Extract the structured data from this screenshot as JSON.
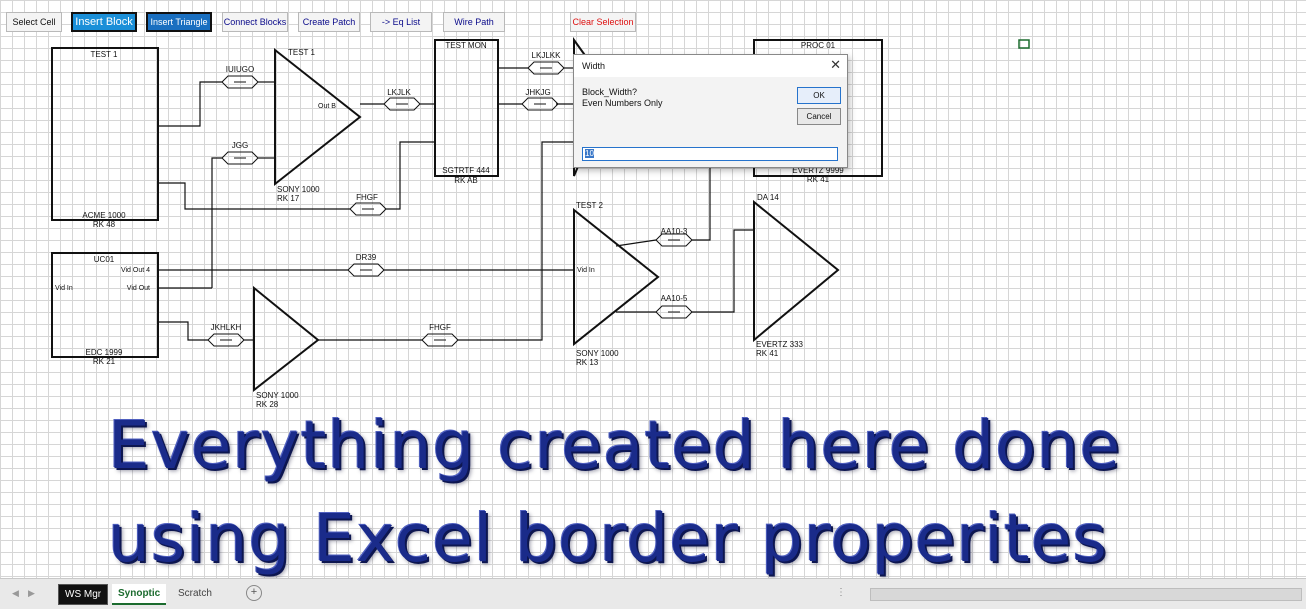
{
  "toolbar": {
    "select_cell": "Select Cell",
    "insert_block": "Insert Block",
    "insert_triangle": "Insert Triangle",
    "connect_blocks": "Connect Blocks",
    "create_patch": "Create Patch",
    "eq_list": "-> Eq List",
    "wire_path": "Wire Path",
    "clear_selection": "Clear Selection"
  },
  "diagram": {
    "blocks": {
      "test1_block": {
        "title": "TEST 1",
        "model": "ACME 1000",
        "rack": "RK 48"
      },
      "uc01_block": {
        "title": "UC01",
        "model": "EDC 1999",
        "rack": "RK 21",
        "port_in": "Vid In",
        "port_out4": "Vid Out 4",
        "port_out": "Vid Out"
      },
      "test_mon_block": {
        "title": "TEST MON",
        "model": "SGTRTF 444",
        "rack": "RK AB"
      },
      "proc01_block": {
        "title": "PROC 01",
        "model": "EVERTZ 9999",
        "rack": "RK 41"
      }
    },
    "triangles": {
      "test1_tri": {
        "title": "TEST 1",
        "model": "SONY 1000",
        "rack": "RK 17",
        "port": "Out B"
      },
      "sony28_tri": {
        "model": "SONY 1000",
        "rack": "RK 28"
      },
      "test2_tri": {
        "title": "TEST 2",
        "model": "SONY 1000",
        "rack": "RK 13",
        "port": "Vid In"
      },
      "da14_tri": {
        "title": "DA 14",
        "model": "EVERTZ 333",
        "rack": "RK 41"
      }
    },
    "patches": {
      "iuiugo": "IUIUGO",
      "jgg": "JGG",
      "lkjlk": "LKJLK",
      "fhgf1": "FHGF",
      "lkjlkk": "LKJLKK",
      "jhkjg": "JHKJG",
      "dr39": "DR39",
      "jkhlkh": "JKHLKH",
      "fhgf2": "FHGF",
      "aa10_3": "AA10-3",
      "aa10_5": "AA10-5"
    }
  },
  "dialog": {
    "title": "Width",
    "prompt_line1": "Block_Width?",
    "prompt_line2": "Even Numbers Only",
    "ok_label": "OK",
    "cancel_label": "Cancel",
    "input_value": "10"
  },
  "caption": {
    "line1": "Everything created here done",
    "line2": "using Excel border properites"
  },
  "tabs": {
    "ws_mgr": "WS Mgr",
    "synoptic": "Synoptic",
    "scratch": "Scratch"
  },
  "colors": {
    "caption": "#1a2b8a",
    "grid": "#d6d6d6",
    "active_button": "#1a8fd8",
    "synoptic_tab": "#1b6b2e"
  }
}
